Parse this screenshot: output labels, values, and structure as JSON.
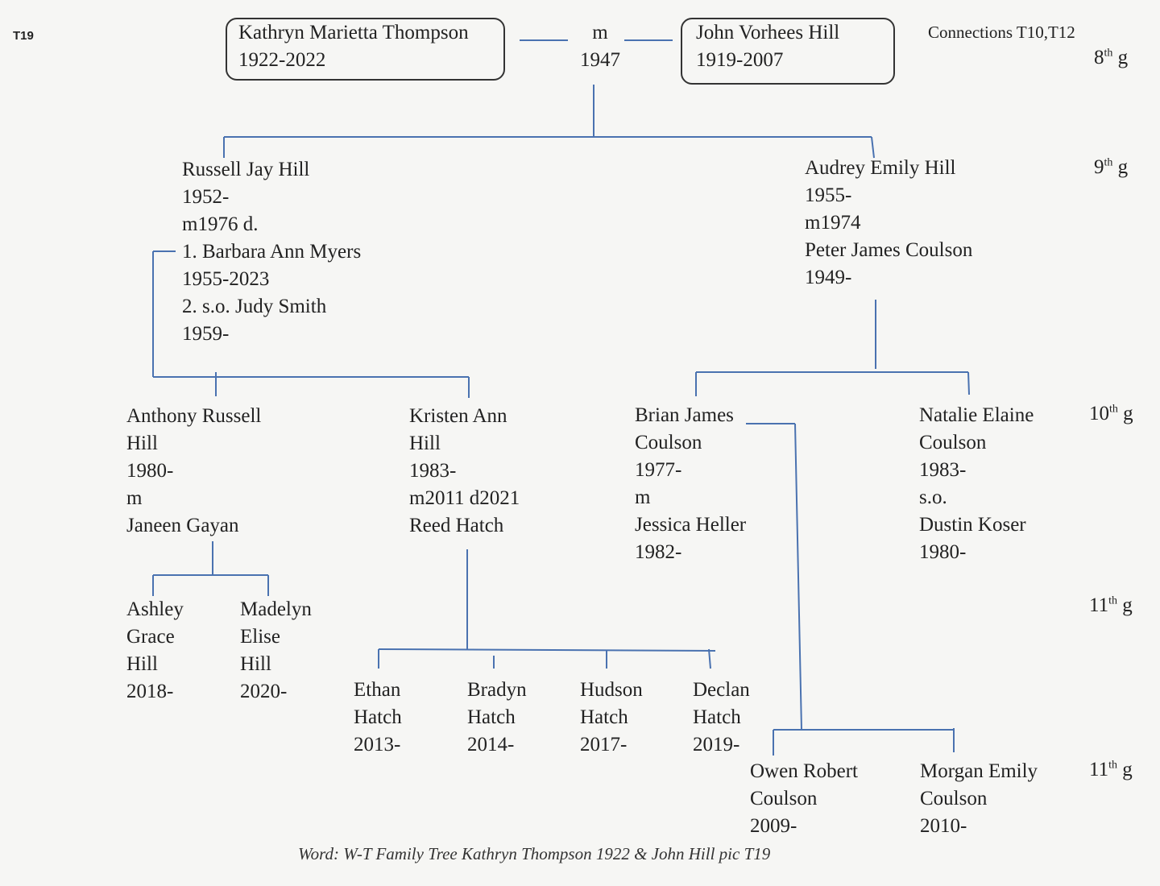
{
  "page_tag": "T19",
  "connections": "Connections T10,T12",
  "generations": {
    "g8": {
      "num": "8",
      "sup": "th",
      "suffix": "g"
    },
    "g9": {
      "num": "9",
      "sup": "th",
      "suffix": "g"
    },
    "g10": {
      "num": "10",
      "sup": "th",
      "suffix": "g"
    },
    "g11a": {
      "num": "11",
      "sup": "th",
      "suffix": "g"
    },
    "g11b": {
      "num": "11",
      "sup": "th",
      "suffix": "g"
    }
  },
  "root": {
    "wife": {
      "name": "Kathryn Marietta Thompson",
      "dates": "1922-2022"
    },
    "marriage": {
      "label": "m",
      "year": "1947"
    },
    "husband": {
      "name": "John Vorhees Hill",
      "dates": "1919-2007"
    }
  },
  "gen9": {
    "russell": [
      "Russell Jay Hill",
      "1952-",
      "m1976 d.",
      "1. Barbara Ann Myers",
      "1955-2023",
      "2. s.o. Judy Smith",
      "1959-"
    ],
    "audrey": [
      "Audrey Emily Hill",
      "1955-",
      "m1974",
      "Peter James Coulson",
      "1949-"
    ]
  },
  "gen10": {
    "anthony": [
      "Anthony Russell",
      "Hill",
      "1980-",
      "m",
      "Janeen Gayan"
    ],
    "kristen": [
      "Kristen Ann",
      "Hill",
      "1983-",
      "m2011 d2021",
      "Reed Hatch"
    ],
    "brian": [
      "Brian James",
      "Coulson",
      "1977-",
      "m",
      "Jessica Heller",
      "1982-"
    ],
    "natalie": [
      "Natalie Elaine",
      "Coulson",
      "1983-",
      "s.o.",
      "Dustin Koser",
      "1980-"
    ]
  },
  "gen11": {
    "ashley": [
      "Ashley",
      "Grace",
      "Hill",
      "2018-"
    ],
    "madelyn": [
      "Madelyn",
      "Elise",
      "Hill",
      "2020-"
    ],
    "ethan": [
      "Ethan",
      "Hatch",
      "2013-"
    ],
    "bradyn": [
      "Bradyn",
      "Hatch",
      "2014-"
    ],
    "hudson": [
      "Hudson",
      "Hatch",
      "2017-"
    ],
    "declan": [
      "Declan",
      "Hatch",
      "2019-"
    ],
    "owen": [
      "Owen Robert",
      "Coulson",
      "2009-"
    ],
    "morgan": [
      "Morgan Emily",
      "Coulson",
      "2010-"
    ]
  },
  "caption": "Word: W-T Family Tree Kathryn Thompson 1922 & John Hill pic T19",
  "colors": {
    "line": "#4a72b0",
    "text": "#222222",
    "box_border": "#333333"
  }
}
